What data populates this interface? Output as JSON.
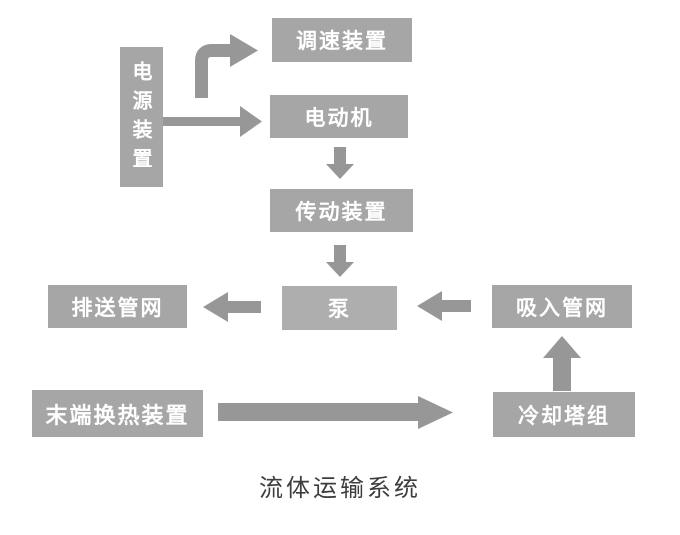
{
  "diagram": {
    "title": "流体运输系统",
    "nodes": {
      "power": "电源装置",
      "speed_control": "调速装置",
      "motor": "电动机",
      "transmission": "传动装置",
      "pump": "泵",
      "discharge_network": "排送管网",
      "suction_network": "吸入管网",
      "terminal_heat_exchange": "末端换热装置",
      "cooling_tower": "冷却塔组"
    },
    "edges": [
      {
        "from": "电源装置",
        "to": "调速装置"
      },
      {
        "from": "电源装置",
        "to": "电动机"
      },
      {
        "from": "电动机",
        "to": "传动装置"
      },
      {
        "from": "传动装置",
        "to": "泵"
      },
      {
        "from": "泵",
        "to": "排送管网"
      },
      {
        "from": "吸入管网",
        "to": "泵"
      },
      {
        "from": "冷却塔组",
        "to": "吸入管网"
      },
      {
        "from": "末端换热装置",
        "to": "冷却塔组"
      }
    ],
    "colors": {
      "node_fill": "#a6a6a6",
      "pump_fill": "#aeaeae",
      "arrow": "#979797",
      "node_text": "#ffffff",
      "title_text": "#3d3d3d",
      "background": "#ffffff"
    }
  }
}
